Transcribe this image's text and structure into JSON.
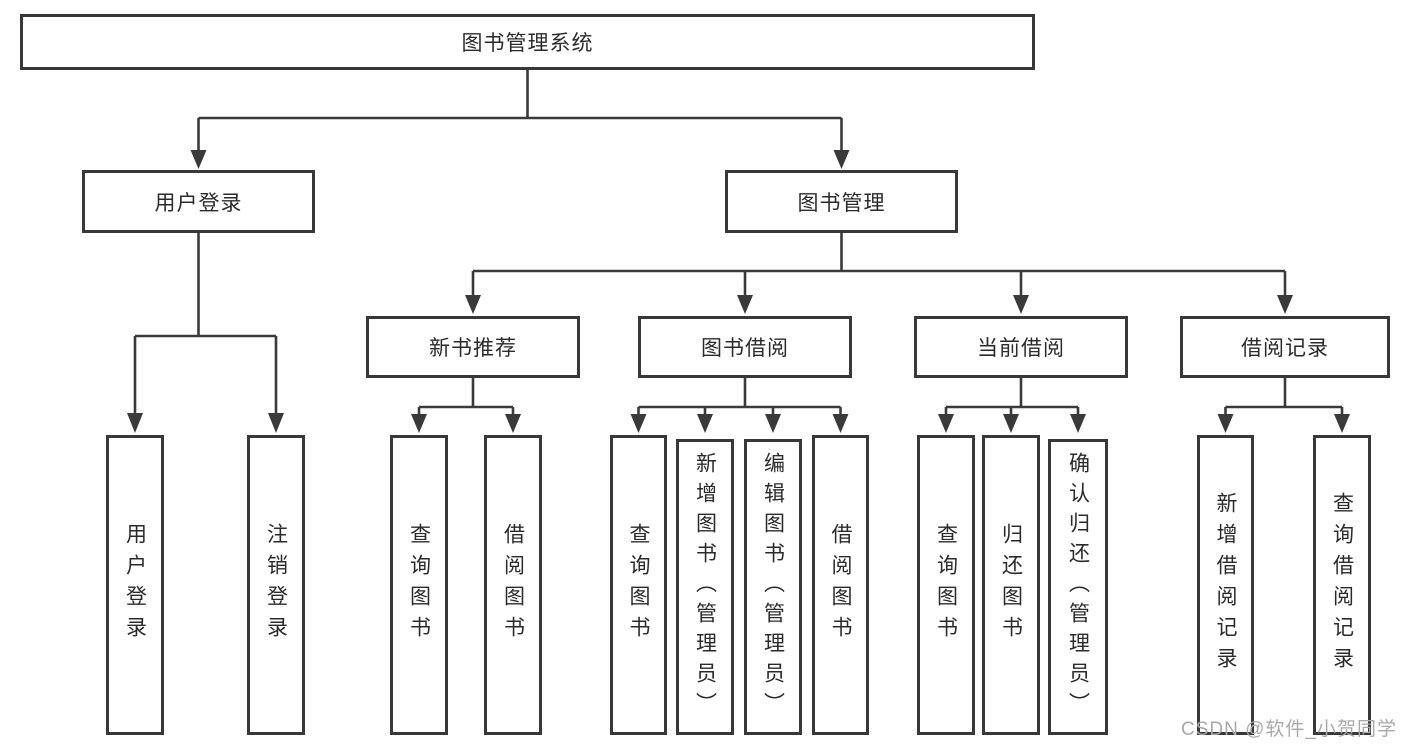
{
  "nodes": {
    "root": "图书管理系统",
    "user_login": "用户登录",
    "book_mgmt": "图书管理",
    "new_book_rec": "新书推荐",
    "book_borrow": "图书借阅",
    "current_borrow": "当前借阅",
    "borrow_record": "借阅记录",
    "leaf_user_login": "用户登录",
    "leaf_logout": "注销登录",
    "rec_query_book": "查询图书",
    "rec_borrow_book": "借阅图书",
    "bb_query_book": "查询图书",
    "bb_add_book": "新增图书（管理员）",
    "bb_edit_book": "编辑图书（管理员）",
    "bb_borrow_book": "借阅图书",
    "cb_query_book": "查询图书",
    "cb_return_book": "归还图书",
    "cb_confirm_return": "确认归还（管理员）",
    "br_add_record": "新增借阅记录",
    "br_query_record": "查询借阅记录"
  },
  "watermark": "CSDN @软件_小贺同学",
  "colors": {
    "line": "#3a3a3a",
    "box_border": "#383838",
    "text": "#2b2b2b",
    "watermark": "#a9a9a9",
    "background": "#ffffff"
  }
}
